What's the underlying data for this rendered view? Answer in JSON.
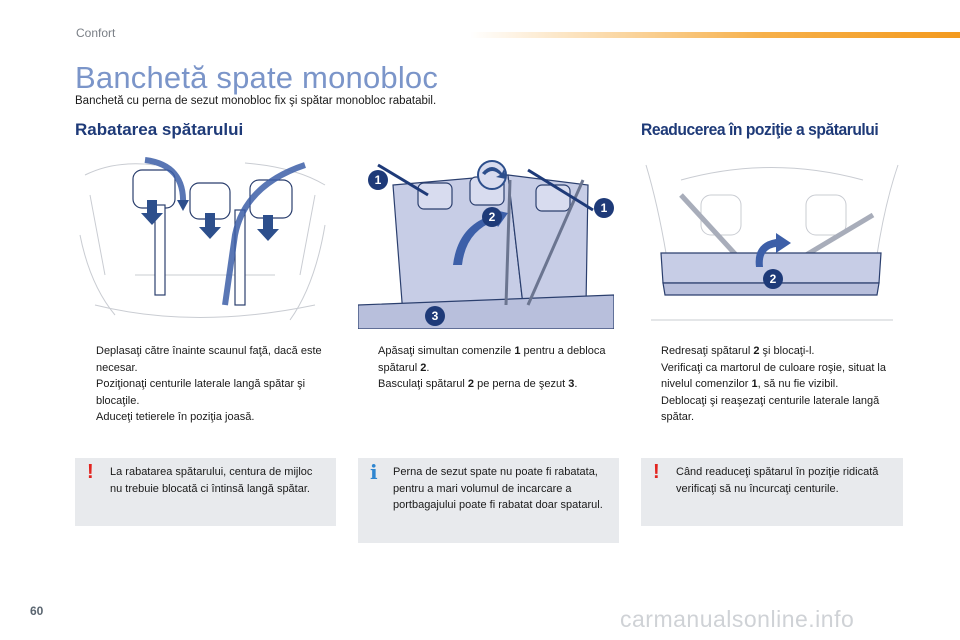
{
  "header": {
    "section": "Confort"
  },
  "title": "Banchetă spate monobloc",
  "subtitle": "Banchetă cu perna de sezut monobloc fix şi spătar monobloc rabatabil.",
  "sections": {
    "left_heading": "Rabatarea spătarului",
    "right_heading": "Readucerea în poziţie a spătarului"
  },
  "figures": {
    "callout_1": "1",
    "callout_2": "2",
    "callout_3": "3"
  },
  "column1": {
    "items": [
      "Deplasaţi către înainte scaunul faţă, dacă este necesar.",
      "Poziţionaţi centurile laterale langă spătar şi blocaţile.",
      "Aduceţi tetierele în poziţia joasă."
    ],
    "note_icon": "!",
    "note": "La rabatarea spătarului, centura de mijloc nu trebuie blocată ci întinsă langă spătar."
  },
  "column2": {
    "items": [
      {
        "before": "Apăsaţi simultan comenzile ",
        "b1": "1",
        "mid": " pentru a debloca spătarul ",
        "b2": "2",
        "after": "."
      },
      {
        "before": "Basculaţi spătarul ",
        "b1": "2",
        "mid": " pe perna de şezut ",
        "b2": "3",
        "after": "."
      }
    ],
    "note_icon": "i",
    "note": "Perna de sezut spate nu poate fi rabatata, pentru a mari volumul de incarcare a portbagajului poate fi rabatat doar spatarul."
  },
  "column3": {
    "items": [
      {
        "before": "Redresaţi spătarul ",
        "b1": "2",
        "after": " şi blocaţi-l."
      },
      {
        "before": "Verificaţi ca martorul de culoare roşie, situat la nivelul comenzilor ",
        "b1": "1",
        "after": ", să nu fie vizibil."
      },
      {
        "before": "Deblocaţi şi reaşezaţi centurile laterale langă spătar.",
        "b1": "",
        "after": ""
      }
    ],
    "note_icon": "!",
    "note": "Când readuceţi spătarul în poziţie ridicată verificaţi să nu încurcaţi centurile."
  },
  "bullet_marker": "",
  "icons": {
    "bullet": "bullet-arrow-icon",
    "warning": "warning-icon",
    "info": "info-icon",
    "arrow": "arrow-icon"
  },
  "colors": {
    "title": "#7b95c9",
    "heading": "#1e3a78",
    "accent_bar": "#f39a1e",
    "callout": "#1e3a78",
    "seat": "#c7cde6",
    "note_bg": "#e8eaed",
    "warning": "#e2241f",
    "info": "#2f86d0"
  },
  "page_number": "60",
  "watermark": "carmanualsonline.info"
}
